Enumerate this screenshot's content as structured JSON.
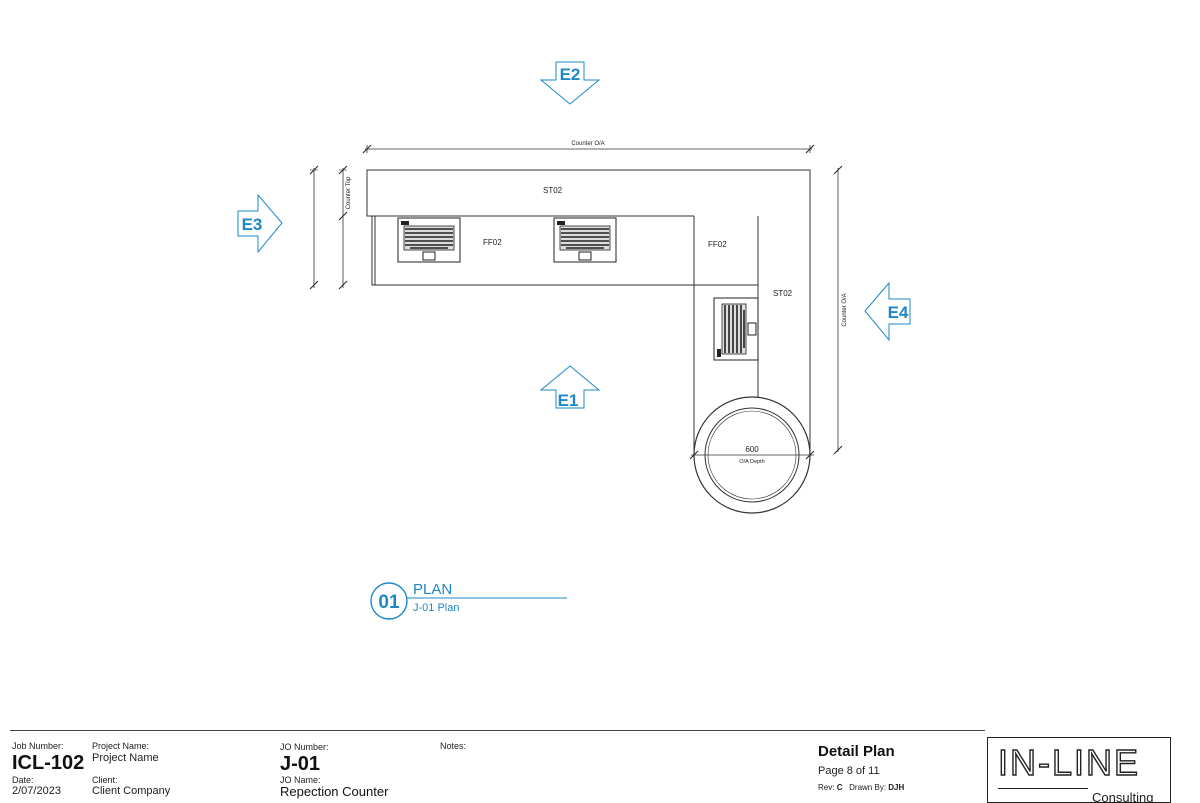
{
  "drawing": {
    "elevation_markers": [
      {
        "id": "e1",
        "label": "E1"
      },
      {
        "id": "e2",
        "label": "E2"
      },
      {
        "id": "e3",
        "label": "E3"
      },
      {
        "id": "e4",
        "label": "E4"
      }
    ],
    "dimensions": {
      "counter_oa_top": "Counter O/A",
      "counter_top": "Counter Top",
      "counter_oa_right": "Counter O/A",
      "diameter_value": "600",
      "diameter_label": "O/A Depth"
    },
    "material_tags": {
      "st02_top": "ST02",
      "ff02_left": "FF02",
      "ff02_right": "FF02",
      "st02_right": "ST02"
    },
    "view_title": {
      "number": "01",
      "title": "PLAN",
      "subtitle": "J-01 Plan"
    },
    "colors": {
      "accent": "#1e88c7",
      "line": "#333333"
    }
  },
  "title_block": {
    "job_number_label": "Job Number:",
    "job_number": "ICL-102",
    "date_label": "Date:",
    "date": "2/07/2023",
    "project_name_label": "Project Name:",
    "project_name": "Project Name",
    "client_label": "Client:",
    "client": "Client Company",
    "jo_number_label": "JO Number:",
    "jo_number": "J-01",
    "jo_name_label": "JO Name:",
    "jo_name": "Repection Counter",
    "notes_label": "Notes:",
    "sheet_title": "Detail Plan",
    "page": "Page 8 of 11",
    "rev_label": "Rev:",
    "rev": "C",
    "drawn_by_label": "Drawn By:",
    "drawn_by": "DJH"
  },
  "logo": {
    "main": "IN-LINE",
    "sub": "Consulting"
  }
}
